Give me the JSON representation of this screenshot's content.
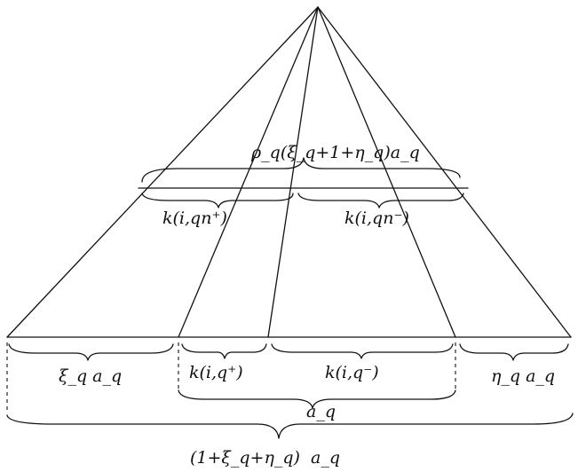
{
  "labels": {
    "upper_total": "ρ_q(ξ_q+1+η_q)a_q",
    "upper_left": "k(i,qn⁺)",
    "upper_right": "k(i,qn⁻)",
    "lower_left": "ξ_q a_q",
    "lower_mid_left": "k(i,q⁺)",
    "lower_mid_right": "k(i,q⁻)",
    "lower_right": "η_q a_q",
    "lower_a": "a_q",
    "bottom_total": "(1+ξ_q+η_q)  a_q"
  }
}
